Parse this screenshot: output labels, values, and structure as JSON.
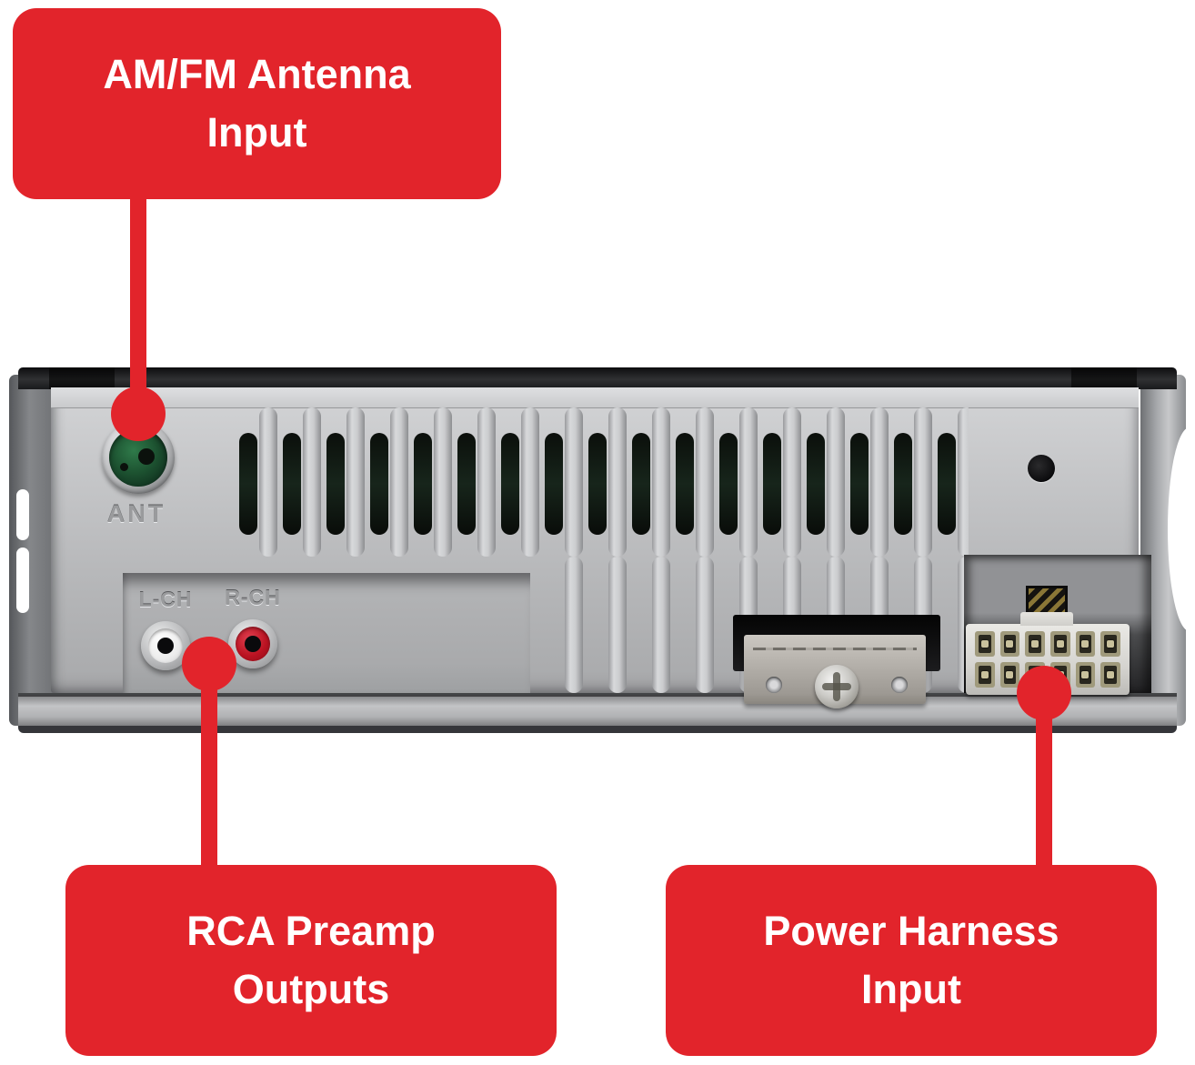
{
  "image": {
    "type": "annotated-product-diagram",
    "subject": "Car stereo rear panel with callout labels"
  },
  "colors": {
    "callout_red": "#e2242b",
    "callout_text": "#ffffff",
    "background": "#ffffff"
  },
  "callouts": [
    {
      "id": "antenna-input",
      "lines": [
        "AM/FM Antenna",
        "Input"
      ]
    },
    {
      "id": "rca-preamp-outputs",
      "lines": [
        "RCA Preamp",
        "Outputs"
      ]
    },
    {
      "id": "power-harness-input",
      "lines": [
        "Power Harness",
        "Input"
      ]
    }
  ],
  "device": {
    "engravings": {
      "antenna": "ANT",
      "rca_left": "L-CH",
      "rca_right": "R-CH"
    },
    "vent_ribs": 17,
    "vent_slots": 17,
    "power_connector": {
      "pin_rows": 2,
      "pin_cols": 6
    }
  }
}
